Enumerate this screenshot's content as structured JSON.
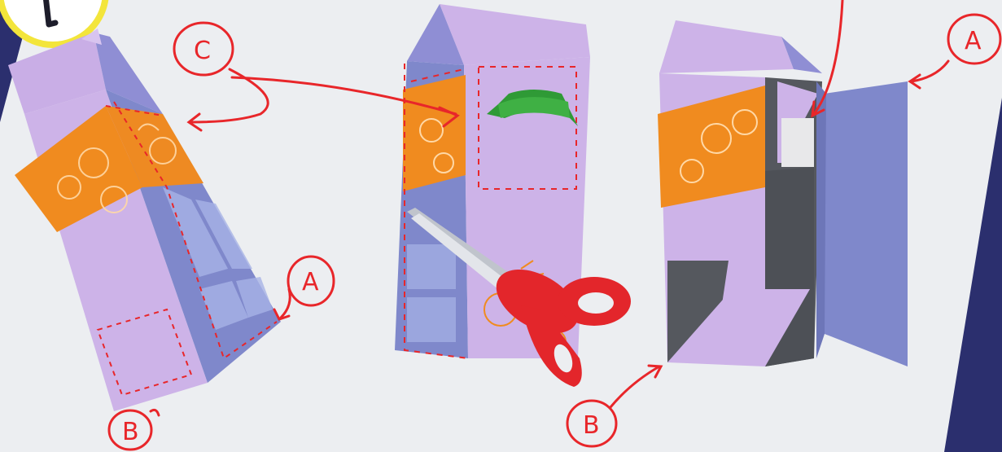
{
  "labels": {
    "a_left": "A",
    "a_right": "A",
    "b_left": "B",
    "b_right": "B",
    "c_top": "C"
  },
  "colors": {
    "background": "#2b2f6e",
    "paper": "#eceef1",
    "carton_lilac": "#cdb3e8",
    "carton_side": "#7d86c9",
    "orange_band": "#f08b1f",
    "annotation_red": "#e8262a",
    "scissors_red": "#e3262b",
    "ribbon_green": "#2f9a36",
    "cut_hole": "#55585e"
  },
  "icons": {
    "top_left_badge": "step-number-circle-icon",
    "scissors": "scissors-icon",
    "ribbon": "ribbon-banner-icon"
  }
}
